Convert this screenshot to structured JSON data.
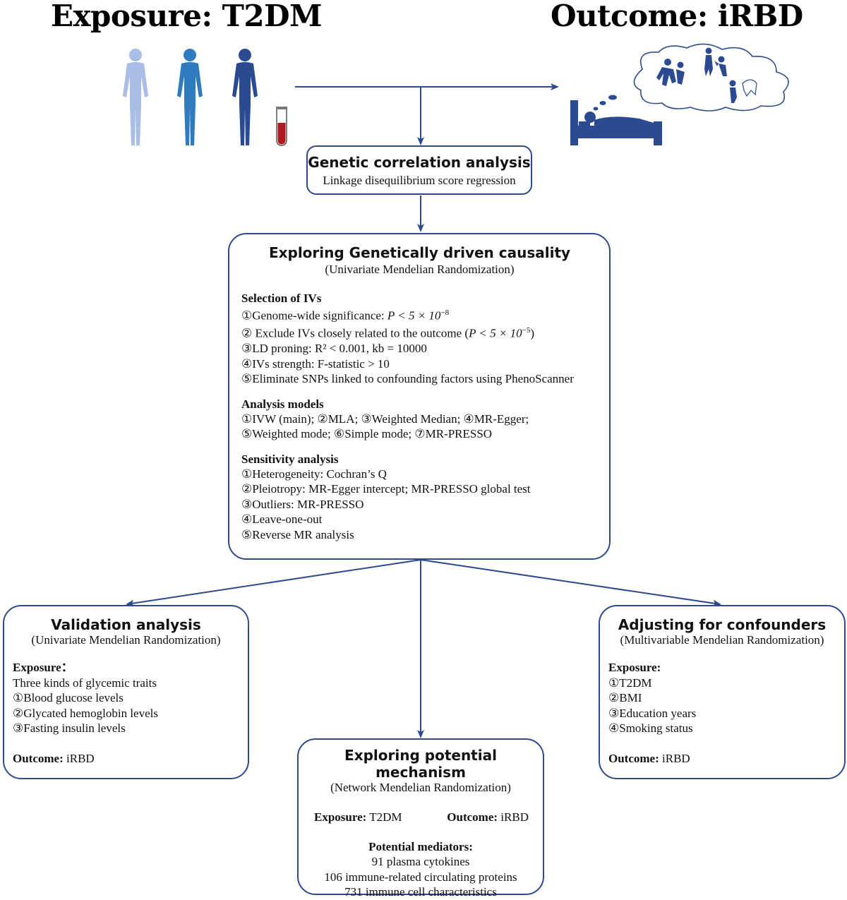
{
  "header": {
    "exposure_title": "Exposure: T2DM",
    "outcome_title": "Outcome: iRBD"
  },
  "icons": {
    "people": [
      "human-figure-icon",
      "human-figure-icon",
      "human-figure-icon"
    ],
    "blood": "blood-tube-icon",
    "sleep": "sleeping-bed-icon",
    "dream": "dream-cloud-icon",
    "colors": [
      "#a9bde6",
      "#2f7bbf",
      "#2a4a92"
    ]
  },
  "genetic_correlation": {
    "title": "Genetic correlation analysis",
    "subtitle": "Linkage disequilibrium score regression"
  },
  "main": {
    "title": "Exploring Genetically driven causality",
    "subtitle": "(Univariate Mendelian Randomization)",
    "selection_head": "Selection of IVs",
    "selection": [
      "①Genome-wide significance: ",
      "② Exclude IVs closely related to the outcome (",
      "③LD proning: R² < 0.001, kb = 10000",
      "④IVs strength: F-statistic > 10",
      "⑤Eliminate SNPs linked to confounding factors using PhenoScanner"
    ],
    "math1": "P < 5 × 10",
    "exp1": "−8",
    "math2": "P < 5 × 10",
    "exp2": "−5",
    "close_paren": ")",
    "models_head": "Analysis models",
    "models": [
      "①IVW (main); ②MLA; ③Weighted Median; ④MR-Egger;",
      "⑤Weighted mode; ⑥Simple mode; ⑦MR-PRESSO"
    ],
    "sensitivity_head": "Sensitivity analysis",
    "sensitivity": [
      "①Heterogeneity: Cochran’s Q",
      "②Pleiotropy: MR-Egger intercept; MR-PRESSO global test",
      "③Outliers: MR-PRESSO",
      "④Leave-one-out",
      "⑤Reverse  MR analysis"
    ]
  },
  "validation": {
    "title": "Validation analysis",
    "subtitle": "(Univariate Mendelian Randomization)",
    "exposure_label": "Exposure：",
    "items": [
      "Three kinds of glycemic traits",
      "①Blood glucose levels",
      "②Glycated hemoglobin levels",
      "③Fasting insulin levels"
    ],
    "outcome_label": "Outcome:",
    "outcome_value": " iRBD"
  },
  "confounders": {
    "title": "Adjusting for confounders",
    "subtitle": "(Multivariable Mendelian Randomization)",
    "exposure_label": "Exposure:",
    "items": [
      "①T2DM",
      "②BMI",
      "③Education years",
      "④Smoking status"
    ],
    "outcome_label": "Outcome:",
    "outcome_value": " iRBD"
  },
  "mechanism": {
    "title": "Exploring potential mechanism",
    "subtitle": "(Network Mendelian Randomization)",
    "exposure_label": "Exposure:",
    "exposure_value": " T2DM",
    "outcome_label": "Outcome:",
    "outcome_value": " iRBD",
    "mediators_head": "Potential mediators:",
    "mediators": [
      "91 plasma cytokines",
      "106 immune-related circulating proteins",
      "731 immune cell characteristics"
    ]
  }
}
